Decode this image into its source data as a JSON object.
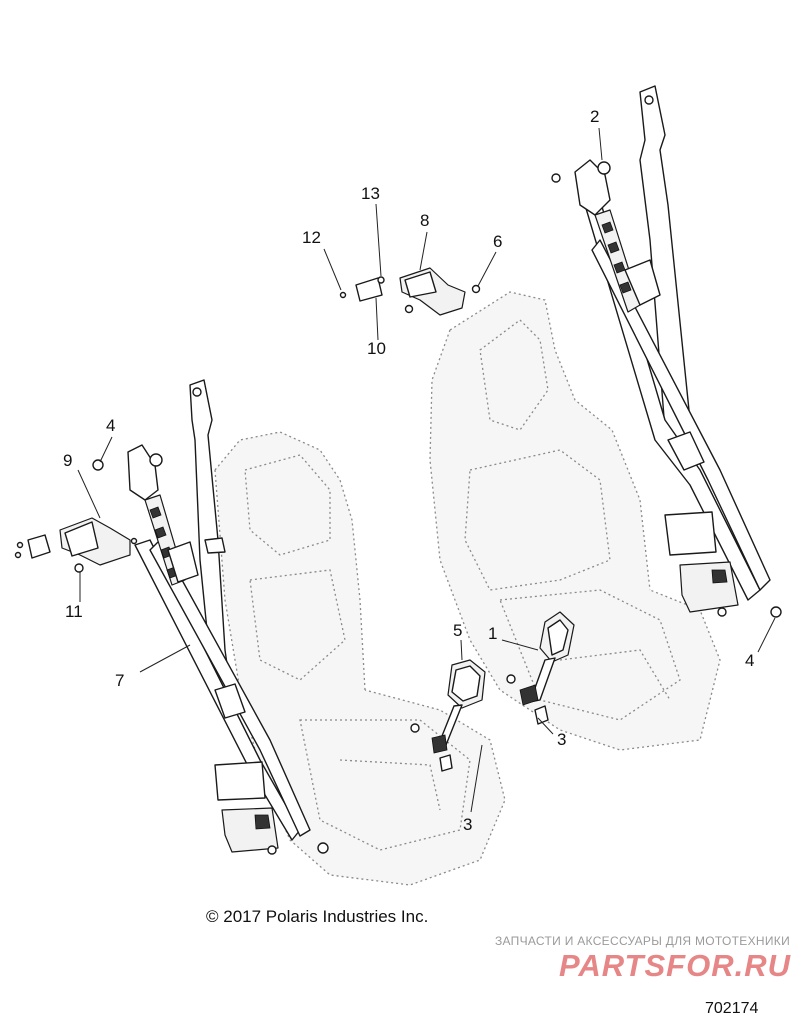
{
  "callouts": [
    {
      "id": "c2",
      "label": "2"
    },
    {
      "id": "c13",
      "label": "13"
    },
    {
      "id": "c12",
      "label": "12"
    },
    {
      "id": "c8",
      "label": "8"
    },
    {
      "id": "c6",
      "label": "6"
    },
    {
      "id": "c10",
      "label": "10"
    },
    {
      "id": "c4a",
      "label": "4"
    },
    {
      "id": "c9",
      "label": "9"
    },
    {
      "id": "c11",
      "label": "11"
    },
    {
      "id": "c7",
      "label": "7"
    },
    {
      "id": "c5",
      "label": "5"
    },
    {
      "id": "c1",
      "label": "1"
    },
    {
      "id": "c3a",
      "label": "3"
    },
    {
      "id": "c3b",
      "label": "3"
    },
    {
      "id": "c4b",
      "label": "4"
    }
  ],
  "copyright": "© 2017 Polaris Industries Inc.",
  "watermark": {
    "tagline": "ЗАПЧАСТИ И АКСЕССУАРЫ ДЛЯ МОТОТЕХНИКИ",
    "logo": "PARTSFOR.RU"
  },
  "drawing_number": "702174"
}
